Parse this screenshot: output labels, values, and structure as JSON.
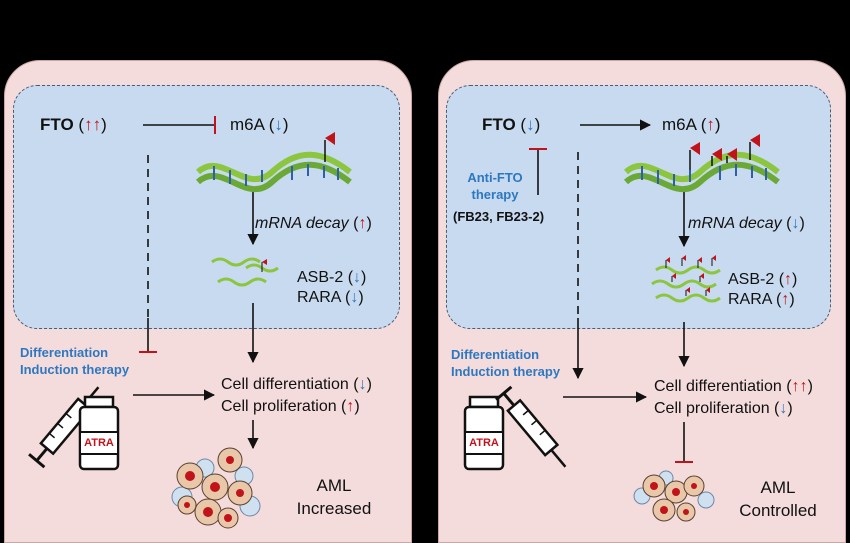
{
  "left": {
    "fto": {
      "label": "FTO",
      "open": "(",
      "arrows": "↑↑",
      "close": ")"
    },
    "m6a": {
      "label": "m6A (",
      "arrow": "↓",
      "close": ")"
    },
    "mrna_decay": {
      "label": "mRNA decay",
      "open": "(",
      "arrow": "↑",
      "close": ")"
    },
    "asb2": {
      "label": "ASB-2 (",
      "arrow": "↓",
      "close": ")"
    },
    "rara": {
      "label": "RARA (",
      "arrow": "↓",
      "close": ")"
    },
    "therapy": {
      "line1": "Differentiation",
      "line2": "Induction therapy"
    },
    "cell_diff": {
      "label": "Cell differentiation (",
      "arrow": "↓",
      "close": ")"
    },
    "cell_prolif": {
      "label": "Cell proliferation (",
      "arrow": "↑",
      "close": ")"
    },
    "drug_label": "ATRA",
    "outcome": {
      "line1": "AML",
      "line2": "Increased"
    }
  },
  "right": {
    "fto": {
      "label": "FTO",
      "open": "(",
      "arrow": "↓",
      "close": ")"
    },
    "m6a": {
      "label": "m6A (",
      "arrow": "↑",
      "close": ")"
    },
    "anti_fto": {
      "line1": "Anti-FTO",
      "line2": "therapy",
      "drugs": "(FB23, FB23-2)"
    },
    "mrna_decay": {
      "label": "mRNA decay",
      "open": "(",
      "arrow": "↓",
      "close": ")"
    },
    "asb2": {
      "label": "ASB-2 (",
      "arrow": "↑",
      "close": ")"
    },
    "rara": {
      "label": "RARA (",
      "arrow": "↑",
      "close": ")"
    },
    "therapy": {
      "line1": "Differentiation",
      "line2": "Induction therapy"
    },
    "cell_diff": {
      "label": "Cell differentiation (",
      "arrows": "↑↑",
      "close": ")"
    },
    "cell_prolif": {
      "label": "Cell proliferation (",
      "arrow": "↓",
      "close": ")"
    },
    "drug_label": "ATRA",
    "outcome": {
      "line1": "AML",
      "line2": "Controlled"
    }
  },
  "colors": {
    "up_arrow": "#c0141a",
    "down_arrow": "#2d78c0",
    "therapy_text": "#2d78c0",
    "cell_region": "#c8daef",
    "panel": "#f5dcdc"
  },
  "icons": [
    "syringe-icon",
    "vial-icon",
    "mrna-strand-icon",
    "m6a-flag-icon",
    "cell-cluster-icon"
  ]
}
